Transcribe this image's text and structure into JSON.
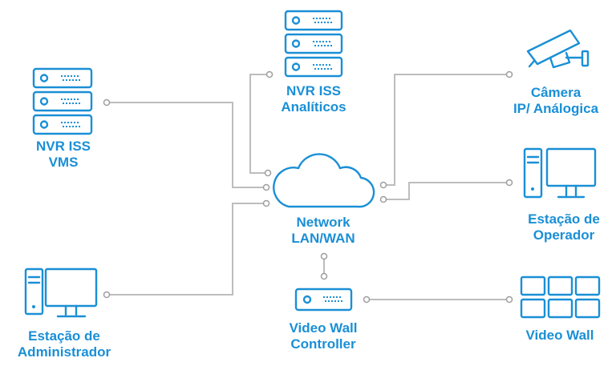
{
  "colors": {
    "accent": "#1a8fd6",
    "connector": "#bdbdbd"
  },
  "nodes": {
    "nvr_vms": {
      "line1": "NVR ISS",
      "line2": "VMS",
      "icon": "server-stack-icon"
    },
    "nvr_analytics": {
      "line1": "NVR ISS",
      "line2": "Analíticos",
      "icon": "server-stack-icon"
    },
    "camera": {
      "line1": "Câmera",
      "line2": "IP/ Análogica",
      "icon": "security-camera-icon"
    },
    "network": {
      "line1": "Network",
      "line2": "LAN/WAN",
      "icon": "cloud-icon"
    },
    "operator": {
      "line1": "Estação de",
      "line2": "Operador",
      "icon": "workstation-icon"
    },
    "admin": {
      "line1": "Estação de",
      "line2": "Administrador",
      "icon": "workstation-icon"
    },
    "vw_controller": {
      "line1": "Video Wall",
      "line2": "Controller",
      "icon": "controller-unit-icon"
    },
    "video_wall": {
      "line1": "Video Wall",
      "icon": "video-wall-icon"
    }
  }
}
